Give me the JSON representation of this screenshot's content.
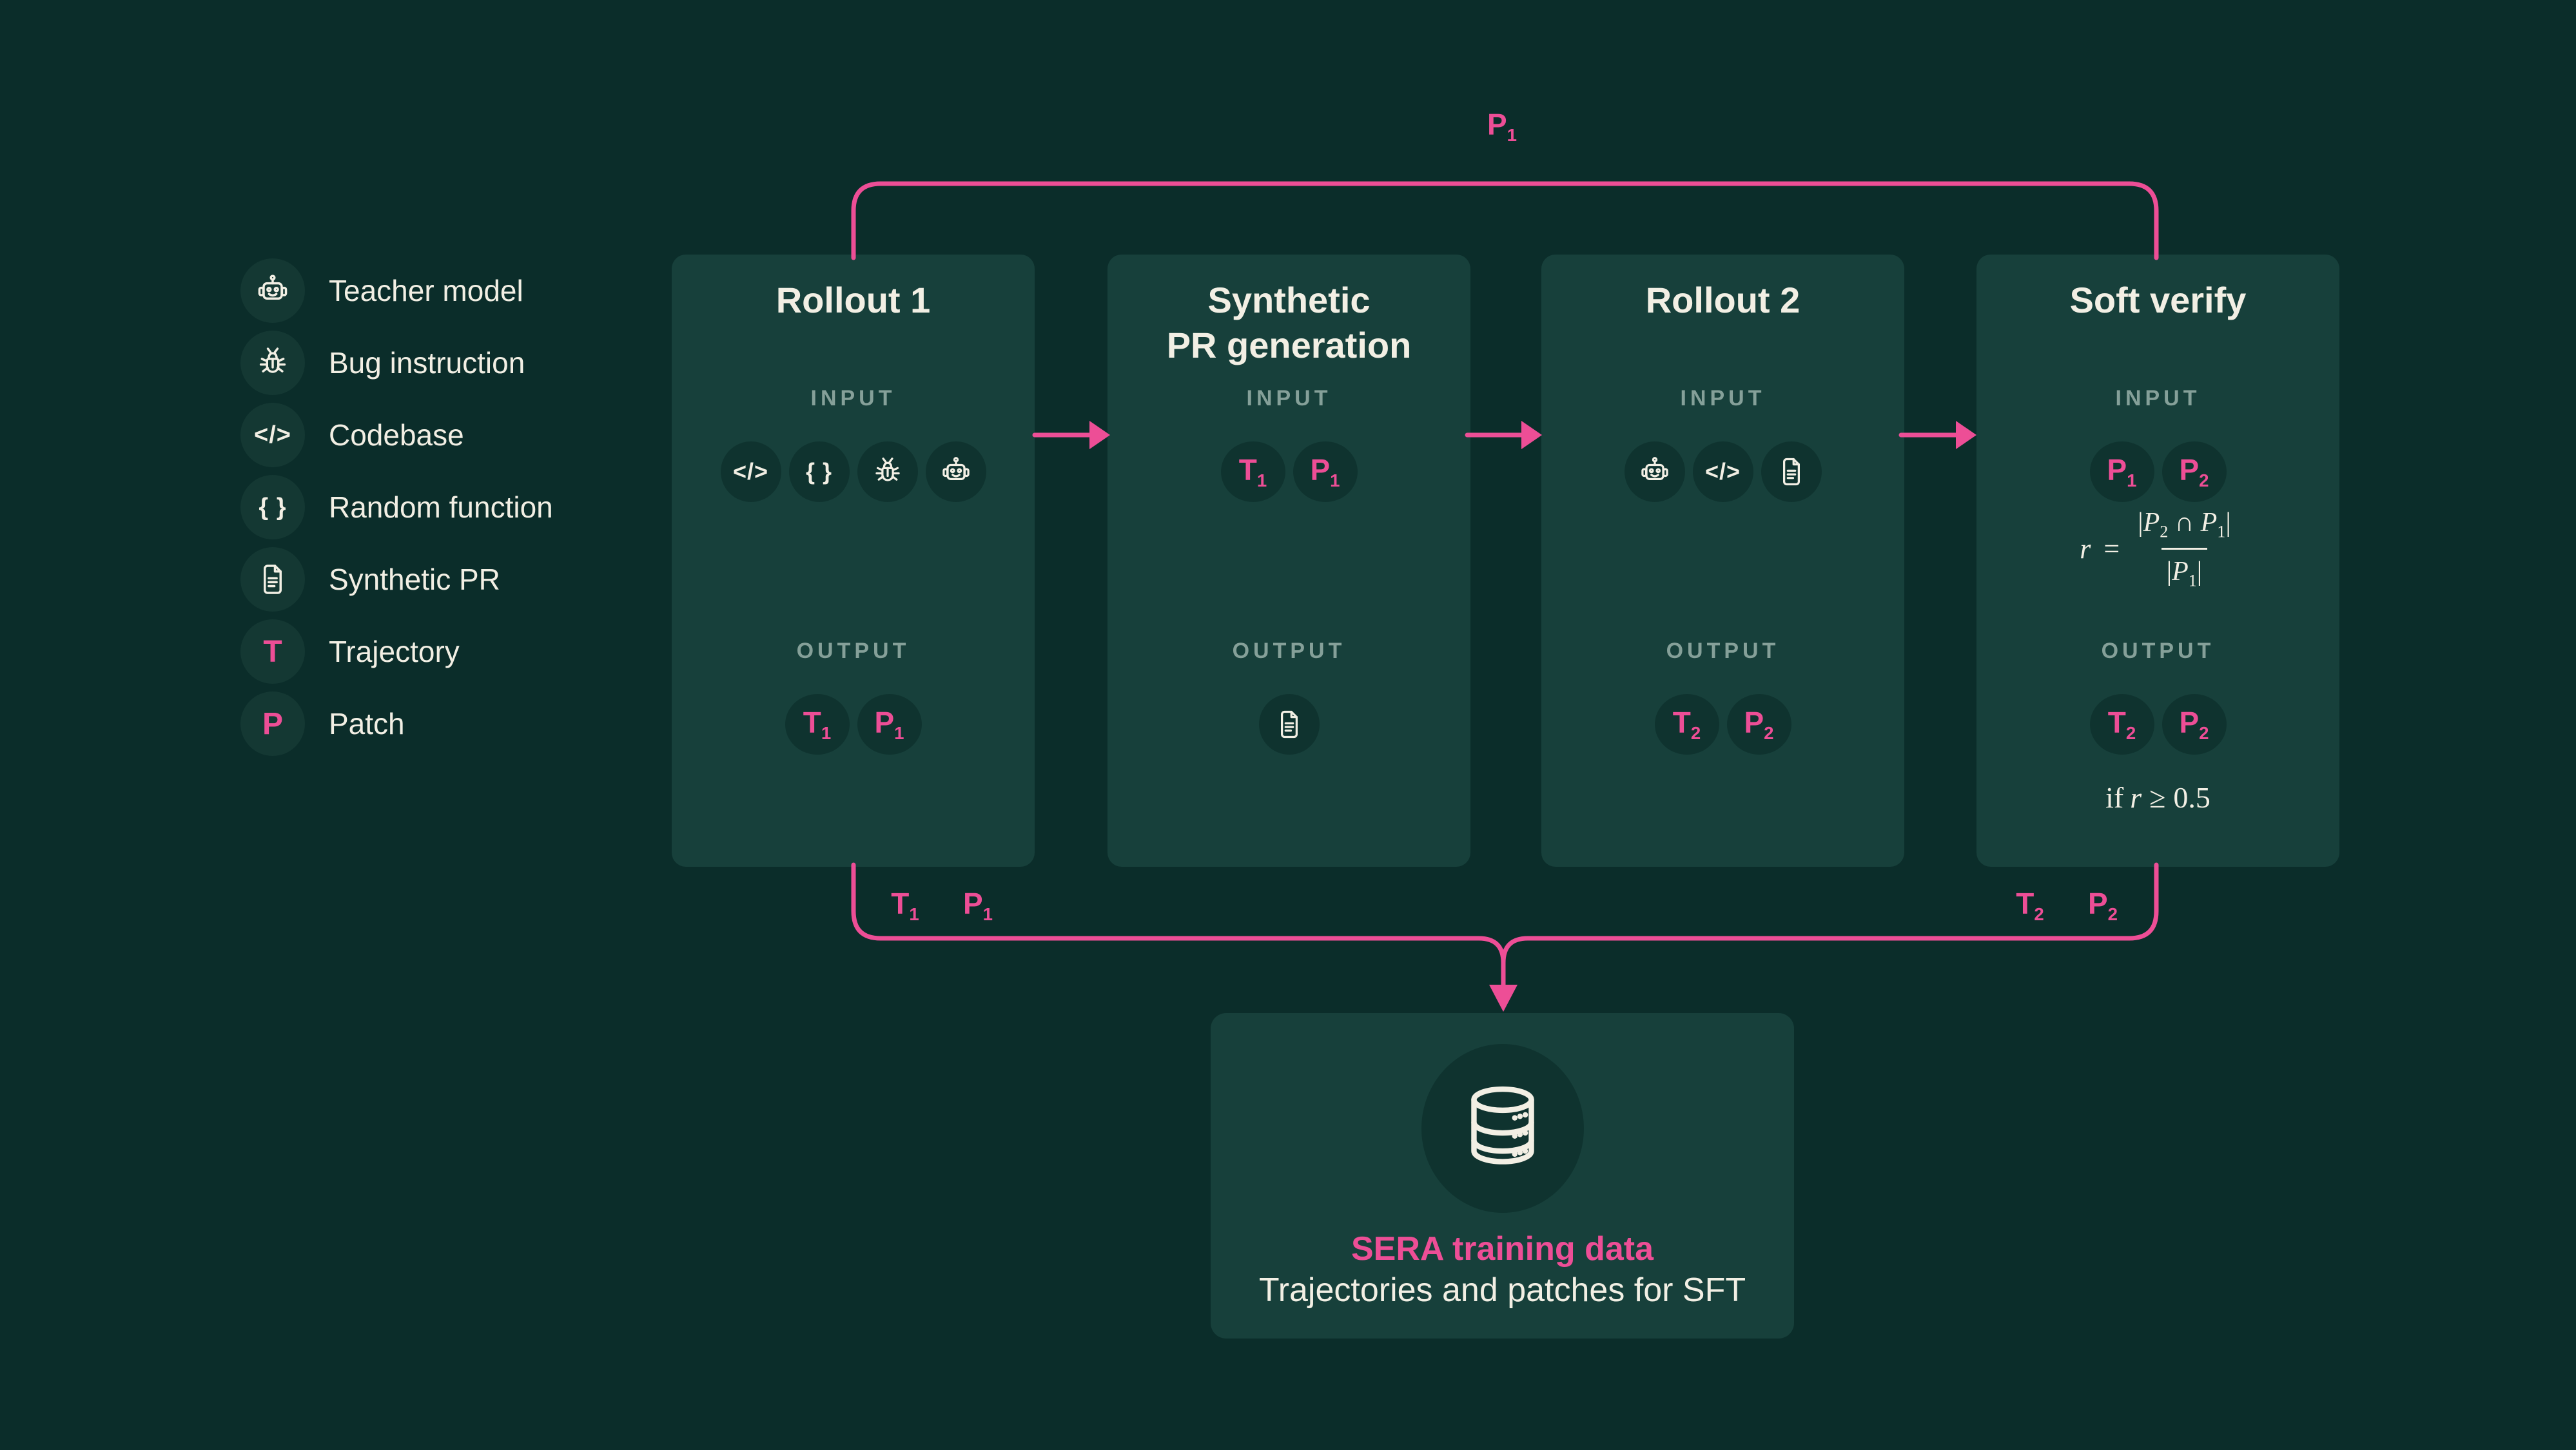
{
  "colors": {
    "background": "#0B2D2A",
    "card": "#17403B",
    "chip": "#0F332F",
    "accent_pink": "#ED4E96",
    "cream_text": "#F2EFE4",
    "muted_label": "#85A099"
  },
  "legend": {
    "items": [
      {
        "icon": "robot-icon",
        "label": "Teacher model"
      },
      {
        "icon": "bug-icon",
        "label": "Bug instruction"
      },
      {
        "icon": "code-icon",
        "label": "Codebase",
        "glyph": "</>"
      },
      {
        "icon": "braces-icon",
        "label": "Random function",
        "glyph": "{ }"
      },
      {
        "icon": "document-icon",
        "label": "Synthetic PR"
      },
      {
        "icon": "trajectory-letter",
        "letter": "T",
        "label": "Trajectory"
      },
      {
        "icon": "patch-letter",
        "letter": "P",
        "label": "Patch"
      }
    ]
  },
  "sections": {
    "input": "INPUT",
    "output": "OUTPUT"
  },
  "glyphs": {
    "code": "</>",
    "braces": "{ }"
  },
  "cards": {
    "rollout1": {
      "title": "Rollout 1",
      "outputs": [
        {
          "base": "T",
          "sub": "1"
        },
        {
          "base": "P",
          "sub": "1"
        }
      ]
    },
    "synthetic": {
      "title_line1": "Synthetic",
      "title_line2": "PR generation",
      "inputs": [
        {
          "base": "T",
          "sub": "1"
        },
        {
          "base": "P",
          "sub": "1"
        }
      ]
    },
    "rollout2": {
      "title": "Rollout 2",
      "outputs": [
        {
          "base": "T",
          "sub": "2"
        },
        {
          "base": "P",
          "sub": "2"
        }
      ]
    },
    "softverify": {
      "title": "Soft verify",
      "inputs": [
        {
          "base": "P",
          "sub": "1"
        },
        {
          "base": "P",
          "sub": "2"
        }
      ],
      "formula": {
        "lhs": "r",
        "eq": "=",
        "num": {
          "bar1": "|",
          "var1": "P",
          "sub1": "2",
          "op": "∩",
          "var2": "P",
          "sub2": "1",
          "bar2": "|"
        },
        "den": {
          "bar1": "|",
          "var": "P",
          "sub": "1",
          "bar2": "|"
        }
      },
      "outputs": [
        {
          "base": "T",
          "sub": "2"
        },
        {
          "base": "P",
          "sub": "2"
        }
      ],
      "condition": {
        "kw": "if",
        "var": "r",
        "op": "≥",
        "val": "0.5"
      }
    }
  },
  "connectors": {
    "top_label": {
      "base": "P",
      "sub": "1"
    },
    "bottom_left": [
      {
        "base": "T",
        "sub": "1"
      },
      {
        "base": "P",
        "sub": "1"
      }
    ],
    "bottom_right": [
      {
        "base": "T",
        "sub": "2"
      },
      {
        "base": "P",
        "sub": "2"
      }
    ]
  },
  "datastore": {
    "title": "SERA training data",
    "subtitle": "Trajectories and patches for SFT"
  }
}
